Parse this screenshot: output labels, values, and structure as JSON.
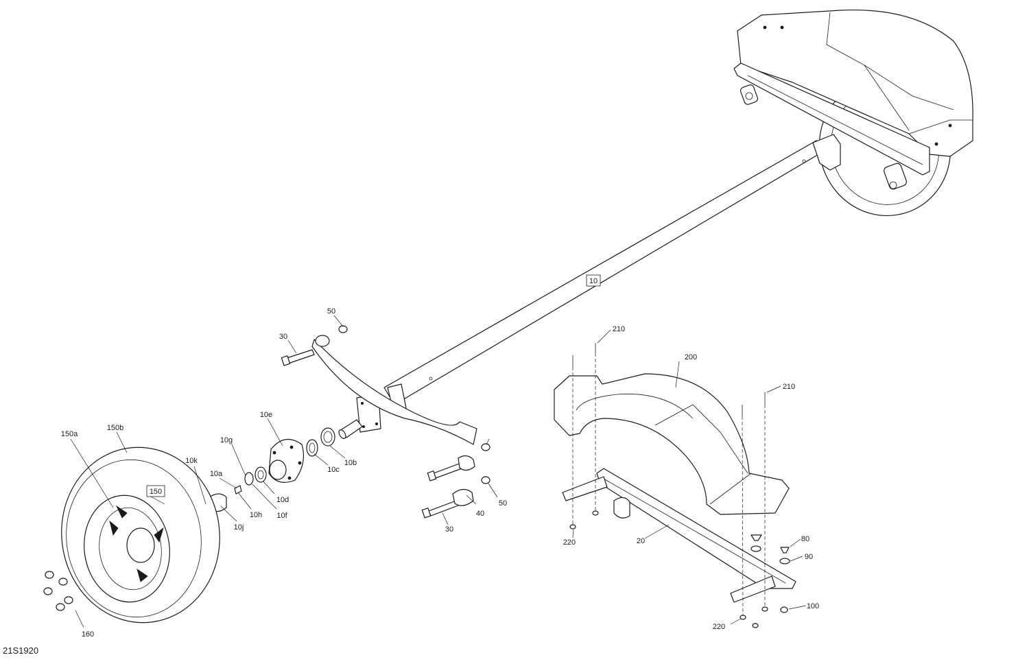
{
  "diagram": {
    "id": "21S1920",
    "callouts": {
      "p10": "10",
      "p10a": "10a",
      "p10b": "10b",
      "p10c": "10c",
      "p10d": "10d",
      "p10e": "10e",
      "p10f": "10f",
      "p10g": "10g",
      "p10h": "10h",
      "p10j": "10j",
      "p10k": "10k",
      "p20": "20",
      "p30_top": "30",
      "p30_bottom": "30",
      "p40": "40",
      "p50_top": "50",
      "p50_bottom": "50",
      "p80": "80",
      "p90": "90",
      "p100": "100",
      "p150": "150",
      "p150a": "150a",
      "p150b": "150b",
      "p160": "160",
      "p200": "200",
      "p210_left": "210",
      "p210_right": "210",
      "p220_left": "220",
      "p220_right": "220"
    }
  }
}
